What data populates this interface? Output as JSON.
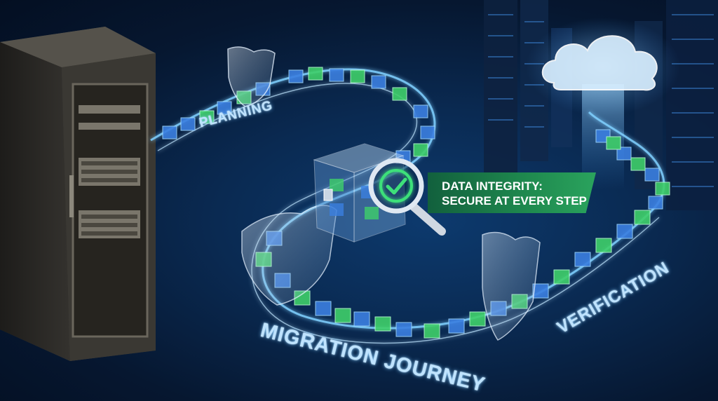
{
  "labels": {
    "planning": "PLANNING",
    "migration": "MIGRATION JOURNEY",
    "verification": "VERIFICATION"
  },
  "badge": {
    "line1": "DATA INTEGRITY:",
    "line2": "SECURE AT EVERY STEP"
  },
  "icons": {
    "check": "check-icon",
    "magnifier": "magnifier-icon",
    "cloud": "cloud-icon"
  },
  "colors": {
    "background": "#071a33",
    "path_glow": "#7fd0ff",
    "cube_blue": "#3b7fe0",
    "cube_green": "#3fcf6a",
    "badge_green": "#1f8a4f",
    "check_green": "#3ee07a"
  }
}
